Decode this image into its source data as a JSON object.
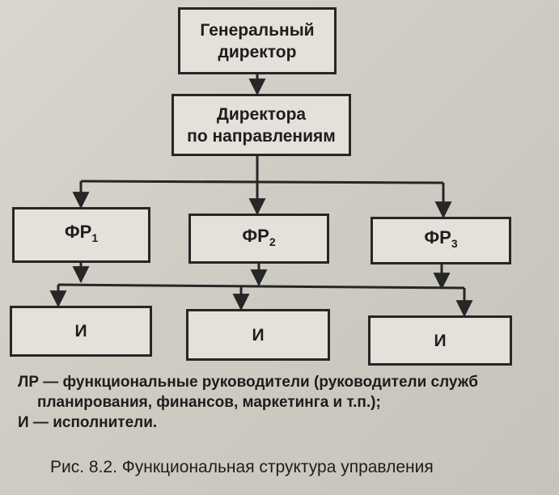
{
  "diagram": {
    "top": {
      "line1": "Генеральный",
      "line2": "директор"
    },
    "middle": {
      "line1": "Директора",
      "line2": "по направлениям"
    },
    "functional": [
      {
        "base": "ФР",
        "sub": "1"
      },
      {
        "base": "ФР",
        "sub": "2"
      },
      {
        "base": "ФР",
        "sub": "3"
      }
    ],
    "executors": [
      "И",
      "И",
      "И"
    ]
  },
  "legend": {
    "line1": "ЛР — функциональные руководители (руководители служб",
    "line2": "планирования, финансов, маркетинга и т.п.);",
    "line3": "И — исполнители."
  },
  "caption": "Рис. 8.2. Функциональная структура управления"
}
